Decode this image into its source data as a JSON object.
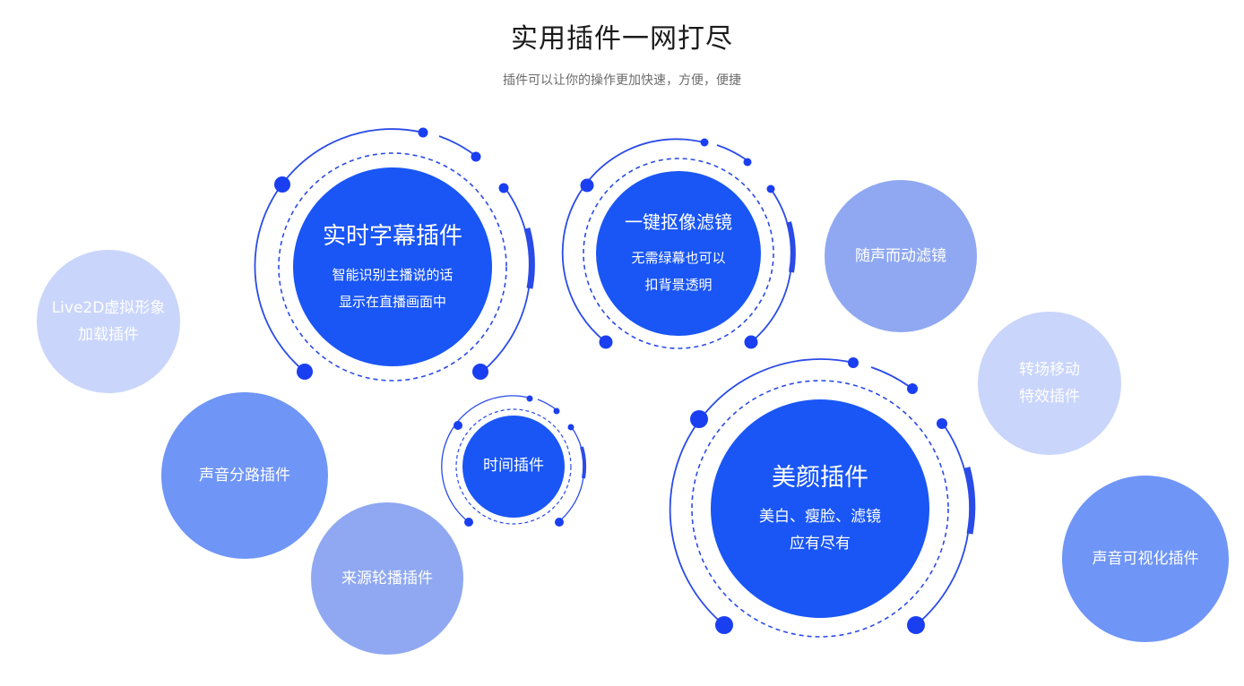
{
  "header": {
    "title": "实用插件一网打尽",
    "subtitle": "插件可以让你的操作更加快速，方便，便捷"
  },
  "plugins": {
    "subtitle_plugin": {
      "name": "实时字幕插件",
      "desc1": "智能识别主播说的话",
      "desc2": "显示在直播画面中"
    },
    "keying_filter": {
      "name": "一键抠像滤镜",
      "desc1": "无需绿幕也可以",
      "desc2": "扣背景透明"
    },
    "sound_filter": {
      "name": "随声而动滤镜"
    },
    "live2d": {
      "line1": "Live2D虚拟形象",
      "line2": "加载插件"
    },
    "transition": {
      "line1": "转场移动",
      "line2": "特效插件"
    },
    "time_plugin": {
      "name": "时间插件"
    },
    "beauty_plugin": {
      "name": "美颜插件",
      "desc1": "美白、瘦脸、滤镜",
      "desc2": "应有尽有"
    },
    "audio_split": {
      "name": "声音分路插件"
    },
    "source_carousel": {
      "name": "来源轮播插件"
    },
    "audio_visual": {
      "name": "声音可视化插件"
    }
  },
  "colors": {
    "primary": "#1a56f5",
    "ring": "#2a4be8",
    "light_bubble": "#c9d5fb",
    "mid_bubble": "#8fa8f1",
    "blue_bubble": "#6f95f6"
  }
}
